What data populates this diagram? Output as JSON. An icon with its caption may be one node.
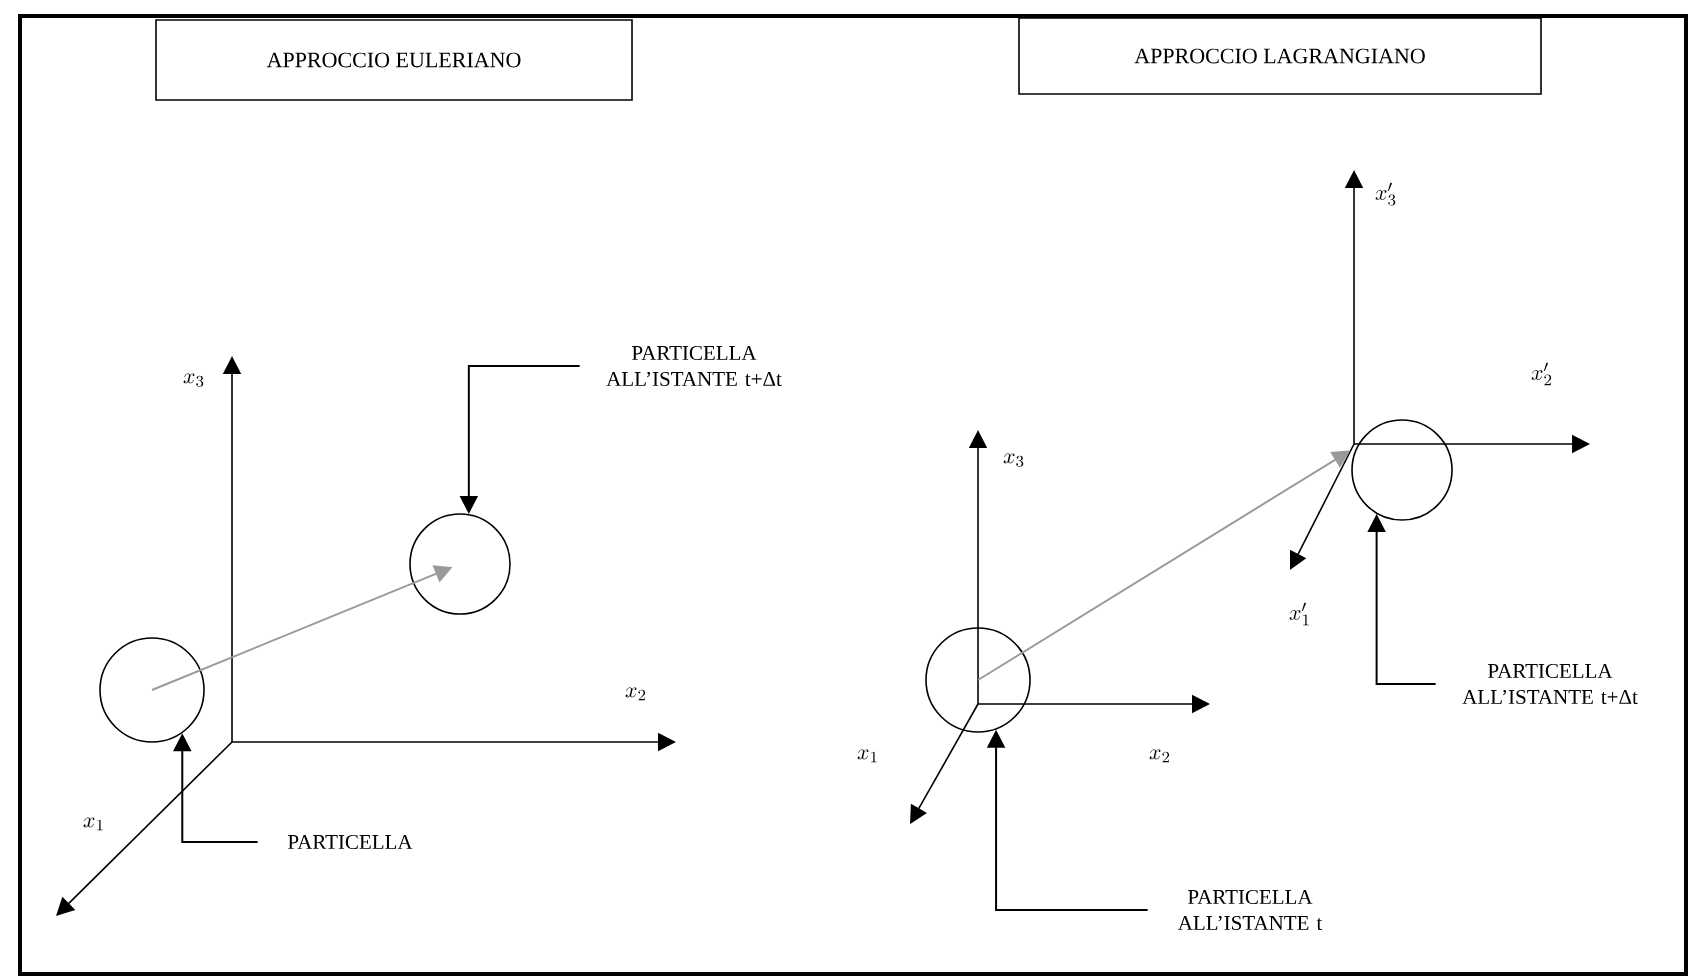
{
  "diagram": {
    "nodes": [
      {
        "text": [
          "APPROCCIO EULERIANO"
        ]
      },
      {
        "text": [
          "APPROCCIO LAGRANGIANO"
        ]
      },
      {
        "text": [],
        "shape": "circle"
      },
      {
        "text": [],
        "shape": "circle"
      },
      {
        "text": [
          "PARTICELLA"
        ]
      },
      {
        "text": [
          "PARTICELLA ALL’ISTANTE t+Δt"
        ]
      },
      {
        "text": [],
        "shape": "circle"
      },
      {
        "text": [],
        "shape": "circle"
      },
      {
        "text": [
          "PARTICELLA ALL’ISTANTE t"
        ]
      },
      {
        "text": [
          "PARTICELLA ALL’ISTANTE t+Δt"
        ]
      }
    ],
    "edges": [
      {
        "from": 4,
        "to": 2,
        "arrow": "to"
      },
      {
        "from": 5,
        "to": 3,
        "arrow": "to"
      },
      {
        "from": 2,
        "to": 3,
        "arrow": "to",
        "color": "#9a9a9a"
      },
      {
        "from": 6,
        "to": 7,
        "arrow": "to",
        "color": "#9a9a9a"
      },
      {
        "from": 8,
        "to": 6,
        "arrow": "to"
      },
      {
        "from": 9,
        "to": 7,
        "arrow": "to"
      }
    ],
    "labels": [
      "x'_3",
      "x'_2",
      "x_3",
      "x_3",
      "x'_1",
      "x_2",
      "x_2",
      "x_1",
      "x_1"
    ]
  }
}
